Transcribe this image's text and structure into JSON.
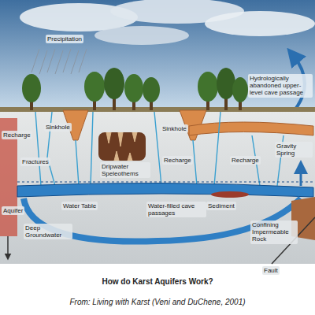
{
  "diagram": {
    "title": "How do Karst Aquifers Work?",
    "caption": "From: Living with Karst (Veni and DuChene, 2001)",
    "labels": [
      "Precipitation",
      "Recharge",
      "Sinkhole",
      "Sinkhole",
      "Hydrologically abandoned upper-level cave passage",
      "Fractures",
      "Recharge",
      "Recharge",
      "Dripwater Speleothems",
      "Gravity Spring",
      "Water Table",
      "Water-filled cave passages",
      "Sediment",
      "Confining Impermeable Rock",
      "Aquifer",
      "Deep Groundwater",
      "Fault"
    ]
  }
}
